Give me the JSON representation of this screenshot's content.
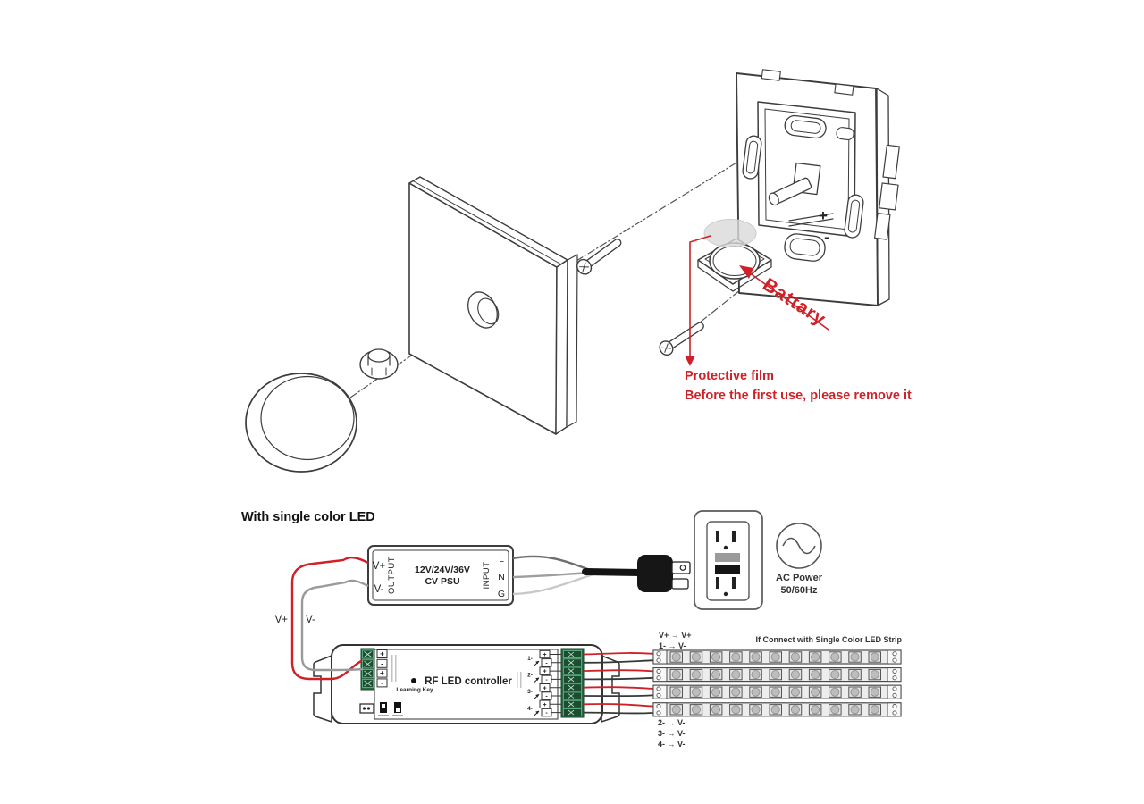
{
  "colors": {
    "line": "#3c3c3c",
    "red": "#cf2127",
    "gray_wire": "#9a9a9a",
    "light_wire": "#c8c8c8",
    "dark_wire": "#383838",
    "green_terminal": "#2a6b45",
    "green_terminal_dark": "#1b4d30",
    "film": "#d9d9d9",
    "strip_body": "#ededed",
    "led_square": "#e2e2e2",
    "led_dot": "#bdbdbd"
  },
  "exploded": {
    "battery_label": "Battary",
    "film_note_line1": "Protective film",
    "film_note_line2": "Before the first use, please remove it",
    "polarity_plus": "+",
    "polarity_minus": "-"
  },
  "wiring": {
    "section_title": "With single color LED",
    "psu": {
      "v_plus": "V+",
      "v_minus": "V-",
      "output_label": "OUTPUT",
      "input_label": "INPUT",
      "model_line1": "12V/24V/36V",
      "model_line2": "CV PSU",
      "terminals": [
        "L",
        "N",
        "G"
      ]
    },
    "ac_power": {
      "line1": "AC Power",
      "line2": "50/60Hz"
    },
    "bus": {
      "v_plus": "V+",
      "v_minus": "V-"
    },
    "controller": {
      "title": "RF LED controller",
      "learning_key": "Learning Key",
      "input_marks": [
        "+",
        "-",
        "+",
        "-"
      ],
      "channels": [
        {
          "label": "1-",
          "plus": "+",
          "minus": "-"
        },
        {
          "label": "2-",
          "plus": "+",
          "minus": "-"
        },
        {
          "label": "3-",
          "plus": "+",
          "minus": "-"
        },
        {
          "label": "4-",
          "plus": "+",
          "minus": "-"
        }
      ]
    },
    "strip_note": "If Connect with Single Color LED Strip",
    "mapping_top": [
      "V+ → V+",
      "1- → V-"
    ],
    "mapping_bottom": [
      "2- → V-",
      "3- → V-",
      "4- → V-"
    ],
    "strips": {
      "count": 4,
      "leds_per_strip": 11
    }
  }
}
